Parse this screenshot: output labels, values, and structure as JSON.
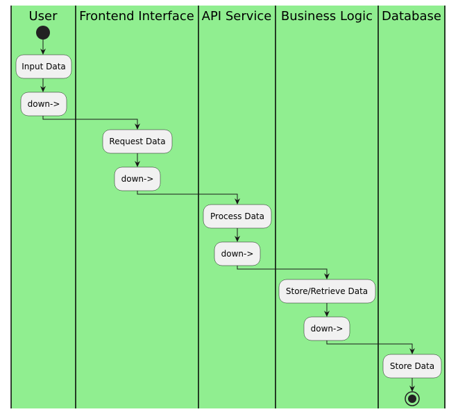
{
  "colors": {
    "lane_background": "#90ee90",
    "node_fill": "#f1f1f1",
    "line": "#181818"
  },
  "lanes": [
    {
      "title": "User"
    },
    {
      "title": "Frontend Interface"
    },
    {
      "title": "API Service"
    },
    {
      "title": "Business Logic"
    },
    {
      "title": "Database"
    }
  ],
  "nodes": [
    {
      "label": "Input Data",
      "lane": 0
    },
    {
      "label": "down->",
      "lane": 0
    },
    {
      "label": "Request Data",
      "lane": 1
    },
    {
      "label": "down->",
      "lane": 1
    },
    {
      "label": "Process Data",
      "lane": 2
    },
    {
      "label": "down->",
      "lane": 2
    },
    {
      "label": "Store/Retrieve Data",
      "lane": 3
    },
    {
      "label": "down->",
      "lane": 3
    },
    {
      "label": "Store Data",
      "lane": 4
    }
  ]
}
